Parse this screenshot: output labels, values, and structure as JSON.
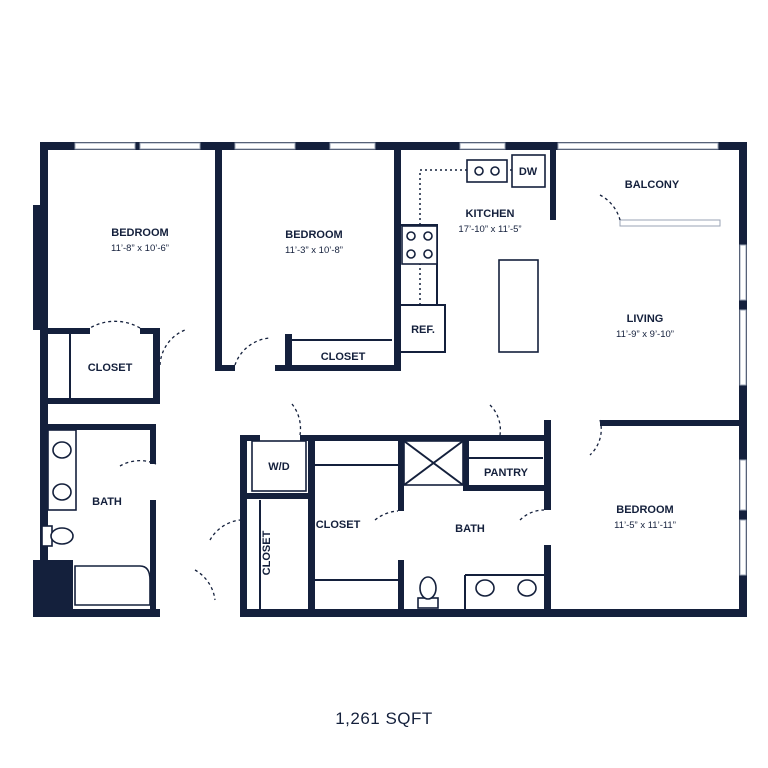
{
  "rooms": {
    "bedroom_1": {
      "name": "BEDROOM",
      "dims": "11’-8” x 10’-6”"
    },
    "bedroom_2": {
      "name": "BEDROOM",
      "dims": "11’-3” x 10’-8”"
    },
    "bedroom_3": {
      "name": "BEDROOM",
      "dims": "11’-5” x 11’-11”"
    },
    "kitchen": {
      "name": "KITCHEN",
      "dims": "17’-10” x 11’-5”"
    },
    "living": {
      "name": "LIVING",
      "dims": "11’-9” x 9’-10”"
    },
    "balcony": {
      "name": "BALCONY"
    },
    "bath_1": {
      "name": "BATH"
    },
    "bath_2": {
      "name": "BATH"
    },
    "closet_1": {
      "name": "CLOSET"
    },
    "closet_2": {
      "name": "CLOSET"
    },
    "closet_3": {
      "name": "CLOSET"
    },
    "closet_4": {
      "name": "CLOSET"
    },
    "pantry": {
      "name": "PANTRY"
    },
    "laundry": {
      "name": "W/D"
    },
    "refrigerator": {
      "name": "REF."
    },
    "dishwasher": {
      "name": "DW"
    }
  },
  "area_label": "1,261 SQFT",
  "colors": {
    "wall": "#14203c",
    "window": "#9aa3b5",
    "background": "#ffffff"
  }
}
